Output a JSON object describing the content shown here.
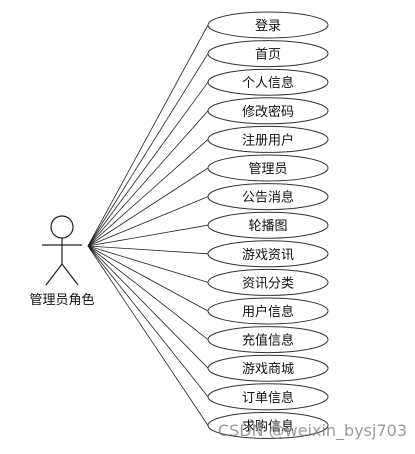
{
  "actor": {
    "label": "管理员角色"
  },
  "use_cases": [
    "登录",
    "首页",
    "个人信息",
    "修改密码",
    "注册用户",
    "管理员",
    "公告消息",
    "轮播图",
    "游戏资讯",
    "资讯分类",
    "用户信息",
    "充值信息",
    "游戏商城",
    "订单信息",
    "求购信息"
  ],
  "watermark": "CSDN @weixin_bysj703"
}
